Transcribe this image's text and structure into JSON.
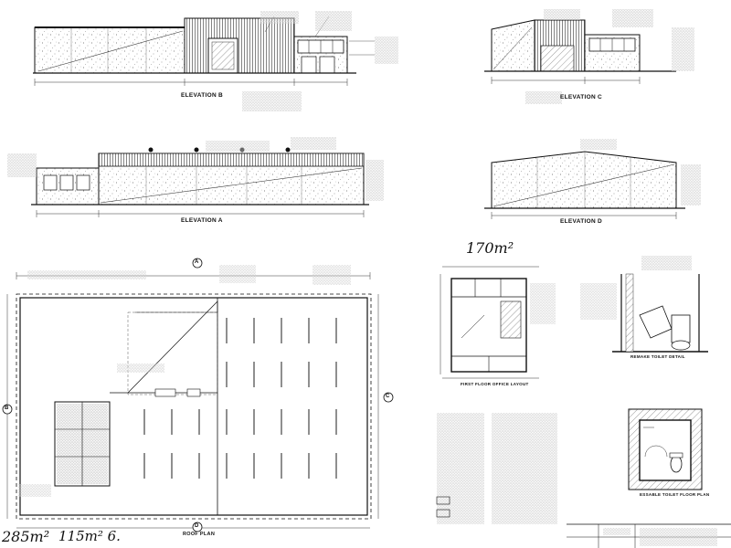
{
  "sheet": {
    "elevations": [
      {
        "label": "ELEVATION  B"
      },
      {
        "label": "ELEVATION  C"
      },
      {
        "label": "ELEVATION  A"
      },
      {
        "label": "ELEVATION  D"
      }
    ],
    "plans": {
      "roof_plan": "ROOF PLAN",
      "first_floor": "FIRST FLOOR OFFICE LAYOUT",
      "amenities_detail": "REMAKE TOILET DETAIL",
      "toilet_plan": "ESSABLE TOILET FLOOR PLAN"
    },
    "grid_markers": [
      "B",
      "A",
      "C",
      "D"
    ],
    "handwritten": {
      "office_area": "170m²",
      "total_area": "285m²",
      "other_area": "115m² 6."
    }
  }
}
